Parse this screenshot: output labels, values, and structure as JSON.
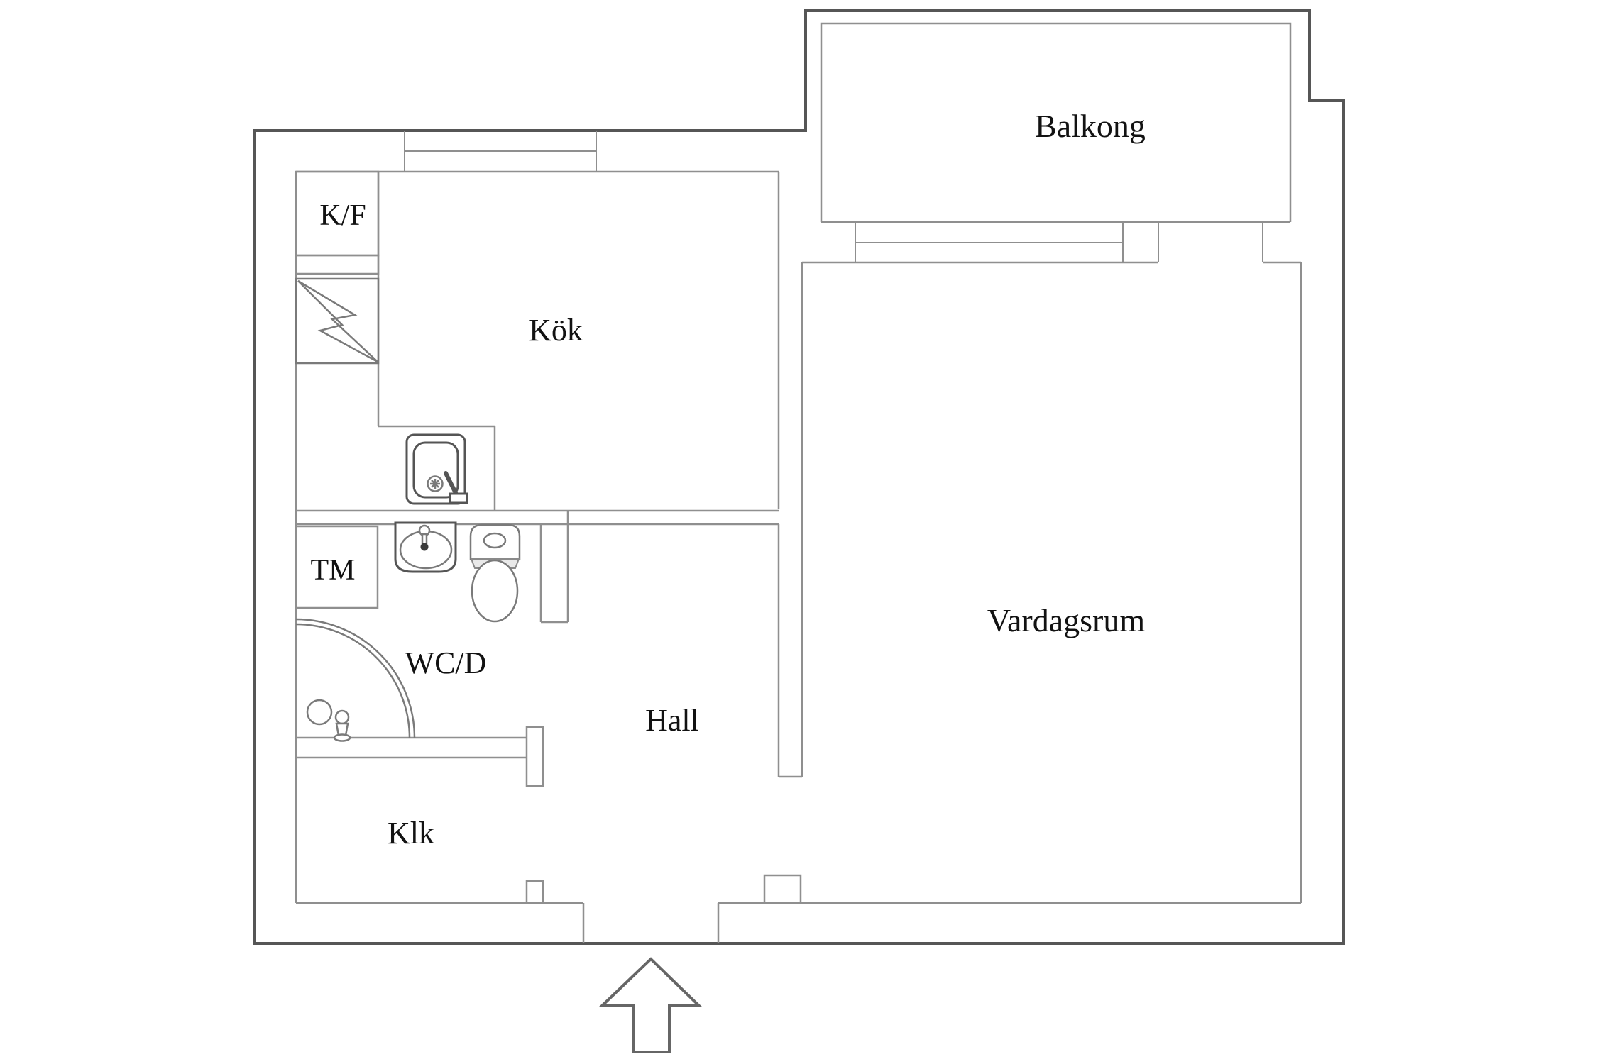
{
  "plan": {
    "type": "apartment-floor-plan",
    "rooms": [
      {
        "name": "balkong",
        "label": "Balkong"
      },
      {
        "name": "kok",
        "label": "Kök"
      },
      {
        "name": "wcd",
        "label": "WC/D"
      },
      {
        "name": "hall",
        "label": "Hall"
      },
      {
        "name": "klk",
        "label": "Klk"
      },
      {
        "name": "vardagsrum",
        "label": "Vardagsrum"
      }
    ],
    "appliances": [
      {
        "name": "fridge-freezer",
        "label": "K/F"
      },
      {
        "name": "washing-machine",
        "label": "TM"
      }
    ],
    "icons": [
      "kitchen-sink-icon",
      "washbasin-icon",
      "toilet-icon",
      "shower-arc-icon",
      "floor-drain-icon",
      "shower-mixer-icon",
      "lightning-icon",
      "window-symbol",
      "entrance-arrow-icon"
    ],
    "colors": {
      "background": "#ffffff",
      "outer_wall": "#565656",
      "inner_wall": "#8f8f8f",
      "fixture": "#7a7a7a",
      "label": "#121212"
    }
  }
}
